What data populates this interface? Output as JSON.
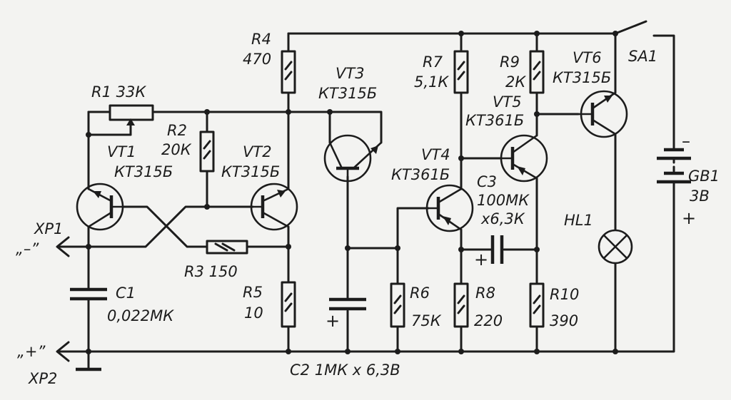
{
  "diagram": {
    "type": "electronic-schematic",
    "components": {
      "R1": {
        "ref": "R1",
        "value": "33К",
        "kind": "potentiometer"
      },
      "R2": {
        "ref": "R2",
        "value": "20К",
        "kind": "resistor"
      },
      "R3": {
        "ref": "R3",
        "value": "150",
        "kind": "resistor"
      },
      "R4": {
        "ref": "R4",
        "value": "470",
        "kind": "resistor"
      },
      "R5": {
        "ref": "R5",
        "value": "10",
        "kind": "resistor"
      },
      "R6": {
        "ref": "R6",
        "value": "75К",
        "kind": "resistor"
      },
      "R7": {
        "ref": "R7",
        "value": "5,1К",
        "kind": "resistor"
      },
      "R8": {
        "ref": "R8",
        "value": "220",
        "kind": "resistor"
      },
      "R9": {
        "ref": "R9",
        "value": "2К",
        "kind": "resistor"
      },
      "R10": {
        "ref": "R10",
        "value": "390",
        "kind": "resistor"
      },
      "C1": {
        "ref": "C1",
        "value": "0,022МК",
        "kind": "capacitor"
      },
      "C2": {
        "ref": "C2",
        "value": "1МК х 6,3В",
        "kind": "electrolytic-capacitor"
      },
      "C3": {
        "ref": "C3",
        "value_line1": "100МК",
        "value_line2": "х6,3К",
        "kind": "electrolytic-capacitor"
      },
      "VT1": {
        "ref": "VT1",
        "type": "КТ315Б",
        "kind": "npn-transistor"
      },
      "VT2": {
        "ref": "VT2",
        "type": "КТ315Б",
        "kind": "npn-transistor"
      },
      "VT3": {
        "ref": "VT3",
        "type": "КТ315Б",
        "kind": "npn-transistor"
      },
      "VT4": {
        "ref": "VT4",
        "type": "КТ361Б",
        "kind": "pnp-transistor"
      },
      "VT5": {
        "ref": "VT5",
        "type": "КТ361Б",
        "kind": "pnp-transistor"
      },
      "VT6": {
        "ref": "VT6",
        "type": "КТ315Б",
        "kind": "npn-transistor"
      },
      "HL1": {
        "ref": "HL1",
        "kind": "lamp"
      },
      "SA1": {
        "ref": "SA1",
        "kind": "switch"
      },
      "GB1": {
        "ref": "GB1",
        "value": "3В",
        "kind": "battery",
        "minus": "–",
        "plus": "+"
      },
      "XP1": {
        "ref": "XP1",
        "polarity": "„–”",
        "kind": "probe"
      },
      "XP2": {
        "ref": "XP2",
        "polarity": "„+”",
        "kind": "probe"
      }
    },
    "polarity_marks": {
      "plus": "+",
      "minus": "–"
    }
  }
}
